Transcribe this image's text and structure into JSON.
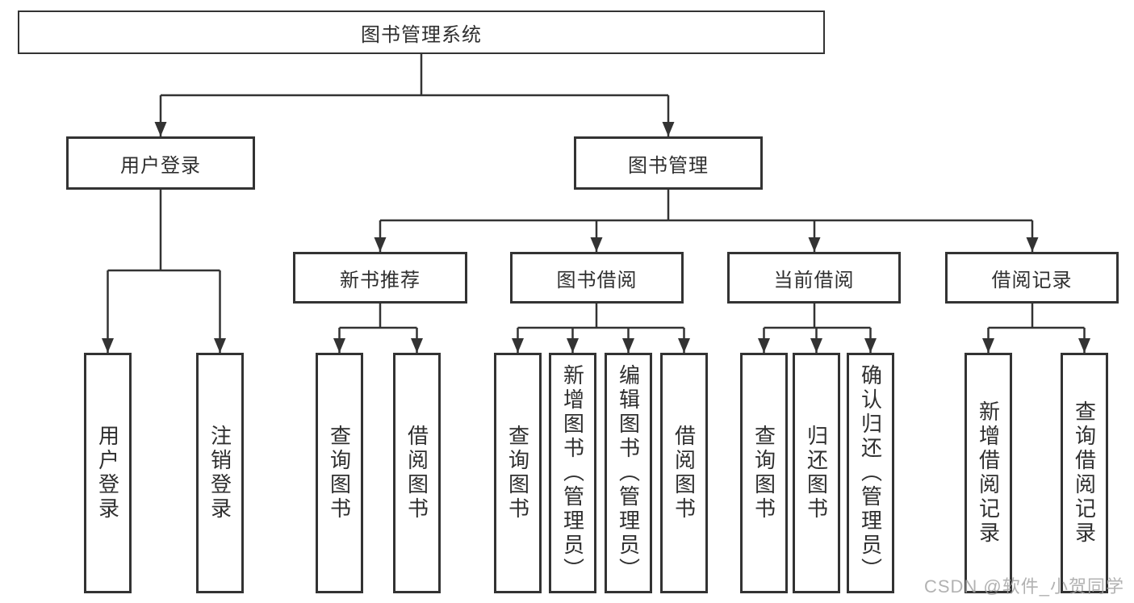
{
  "diagram_title": "图书管理系统",
  "tree": {
    "label": "图书管理系统",
    "children": [
      {
        "label": "用户登录",
        "children": [
          {
            "label": "用户登录"
          },
          {
            "label": "注销登录"
          }
        ]
      },
      {
        "label": "图书管理",
        "children": [
          {
            "label": "新书推荐",
            "children": [
              {
                "label": "查询图书"
              },
              {
                "label": "借阅图书"
              }
            ]
          },
          {
            "label": "图书借阅",
            "children": [
              {
                "label": "查询图书"
              },
              {
                "label": "新增图书（管理员）"
              },
              {
                "label": "编辑图书（管理员）"
              },
              {
                "label": "借阅图书"
              }
            ]
          },
          {
            "label": "当前借阅",
            "children": [
              {
                "label": "查询图书"
              },
              {
                "label": "归还图书"
              },
              {
                "label": "确认归还（管理员）"
              }
            ]
          },
          {
            "label": "借阅记录",
            "children": [
              {
                "label": "新增借阅记录"
              },
              {
                "label": "查询借阅记录"
              }
            ]
          }
        ]
      }
    ]
  },
  "watermark": "CSDN @软件_小贺同学",
  "colors": {
    "line": "#333333",
    "box_border": "#333333",
    "box_background": "#ffffff",
    "text": "#2f2f2f",
    "watermark_text": "#a5a5a5"
  }
}
